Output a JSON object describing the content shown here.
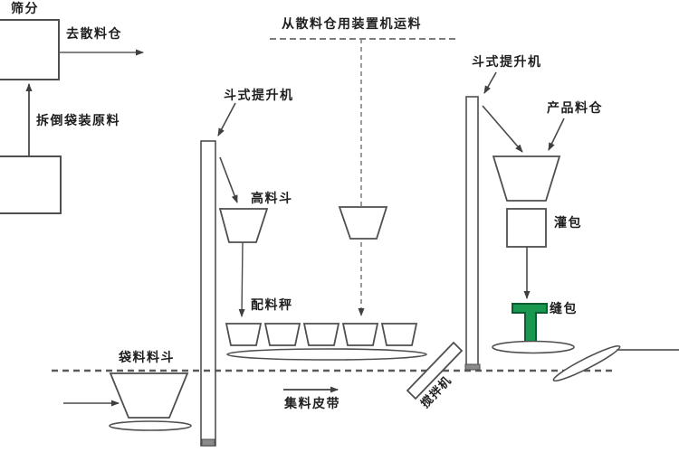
{
  "diagram": {
    "labels": {
      "screening": "筛分",
      "to_bulk_silo": "去散料仓",
      "unpack_bagged_material": "拆倒袋装原料",
      "transport_from_bulk_silo": "从散料仓用装置机运料",
      "bucket_elevator_left": "斗式提升机",
      "high_hopper": "高料斗",
      "batching_scale": "配料秤",
      "bag_material_hopper": "袋料料斗",
      "collecting_belt": "集料皮带",
      "mixer": "搅拌机",
      "bucket_elevator_right": "斗式提升机",
      "product_silo": "产品料仓",
      "bag_filling": "灌包",
      "bag_sewing": "缝包"
    },
    "colors": {
      "line": "#5a5a5a",
      "text": "#1f1f1f",
      "sewing_machine_fill": "#17984e",
      "sewing_machine_stroke": "#0b5c30",
      "background": "#ffffff"
    }
  }
}
